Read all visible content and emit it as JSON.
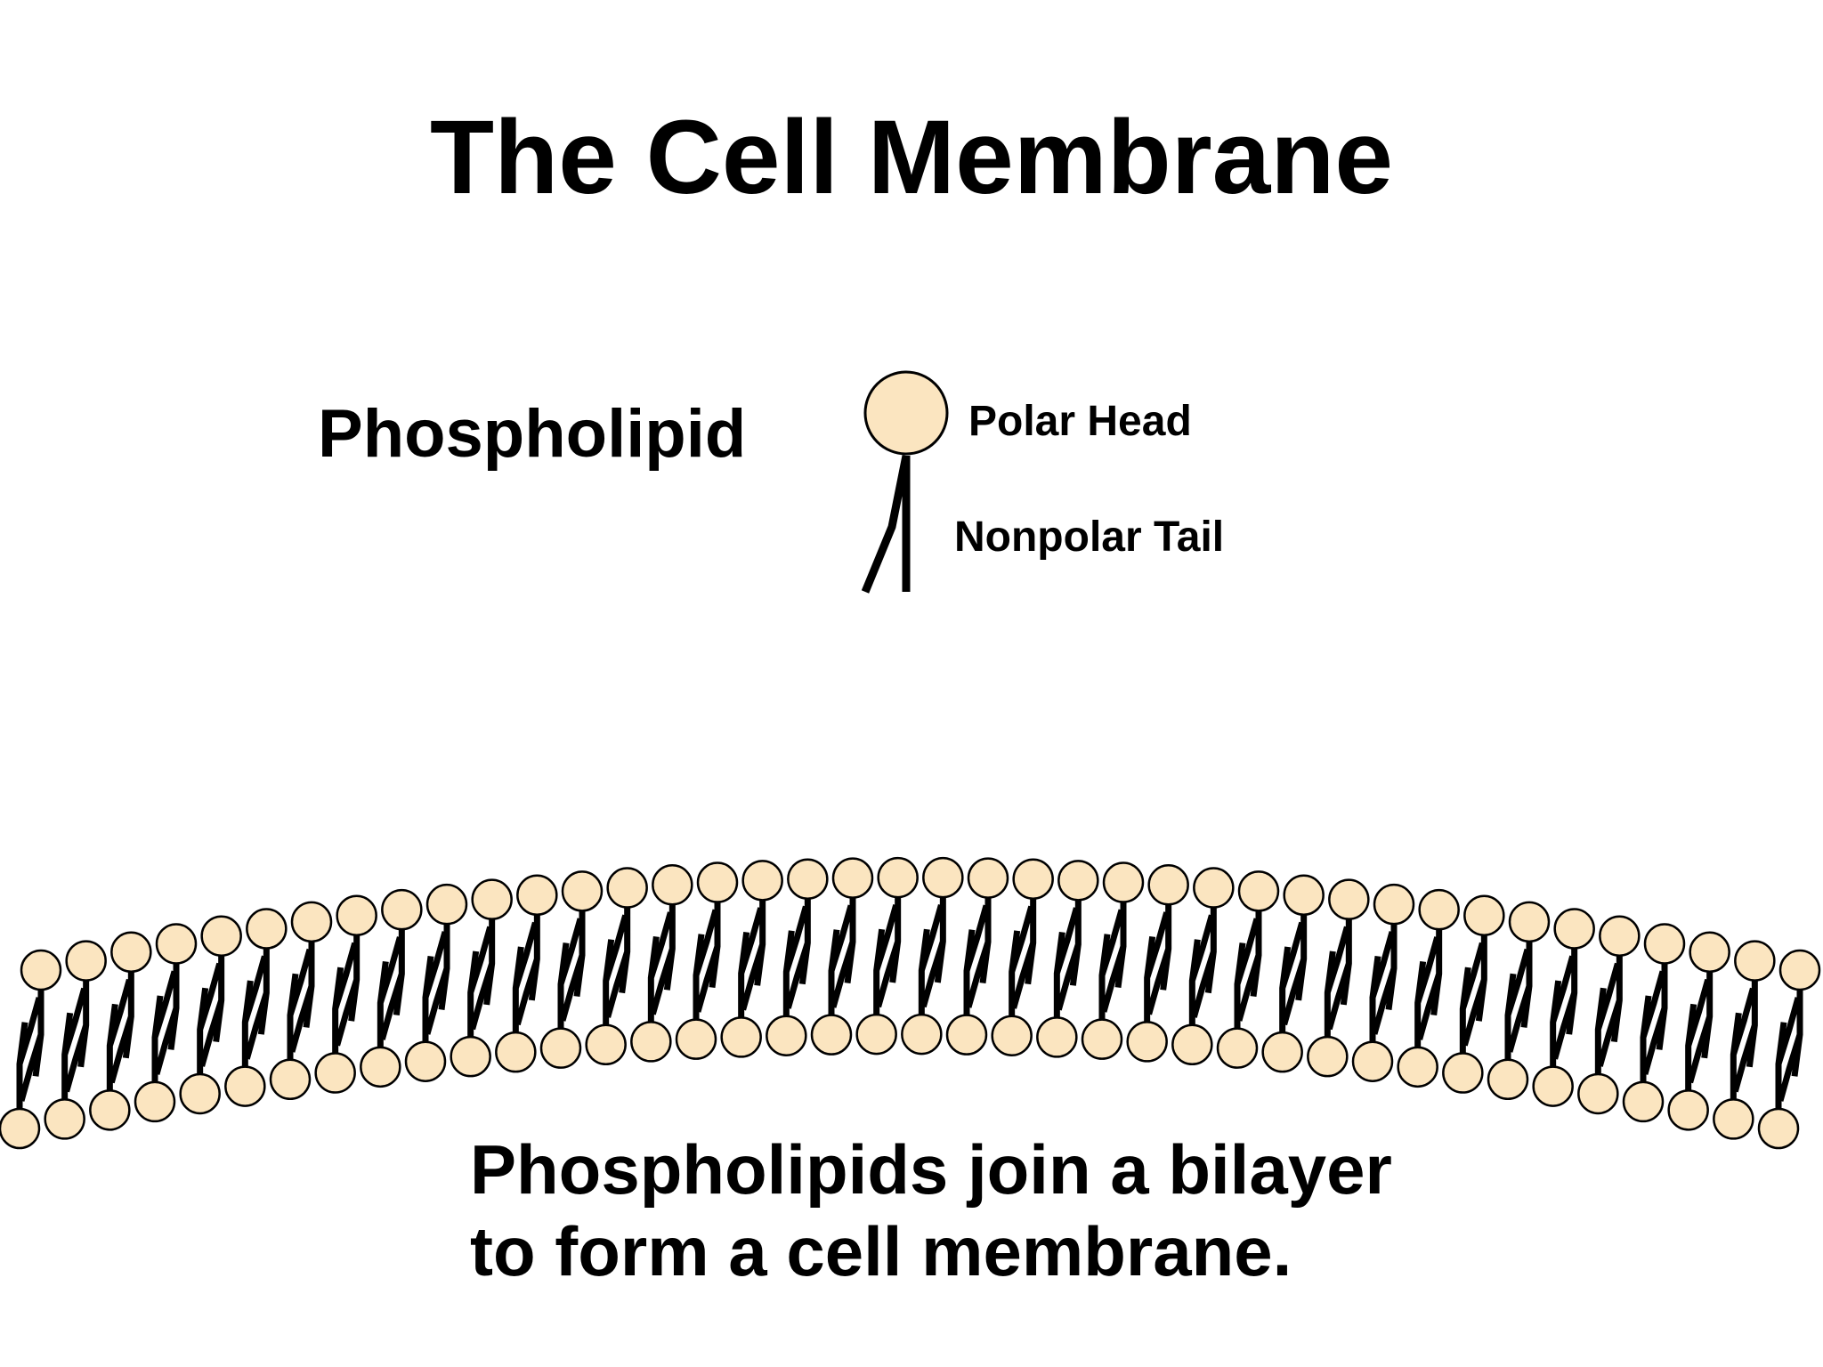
{
  "title": "The Cell Membrane",
  "phospholipid": {
    "label": "Phospholipid",
    "polar_head_label": "Polar Head",
    "nonpolar_tail_label": "Nonpolar Tail"
  },
  "caption": {
    "line1": "Phospholipids join a bilayer",
    "line2": "to form a cell membrane."
  },
  "colors": {
    "head_fill": "#FBE5C0",
    "outline": "#000000",
    "background": "#FFFFFF"
  },
  "bilayer": {
    "phospholipids_per_layer": 40
  }
}
